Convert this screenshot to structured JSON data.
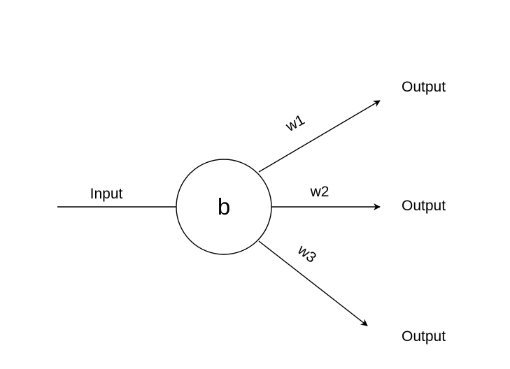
{
  "labels": {
    "input": "Input",
    "node": "b",
    "weights": [
      "w1",
      "w2",
      "w3"
    ],
    "outputs": [
      "Output",
      "Output",
      "Output"
    ]
  },
  "colors": {
    "stroke": "#000000",
    "background": "#ffffff"
  }
}
